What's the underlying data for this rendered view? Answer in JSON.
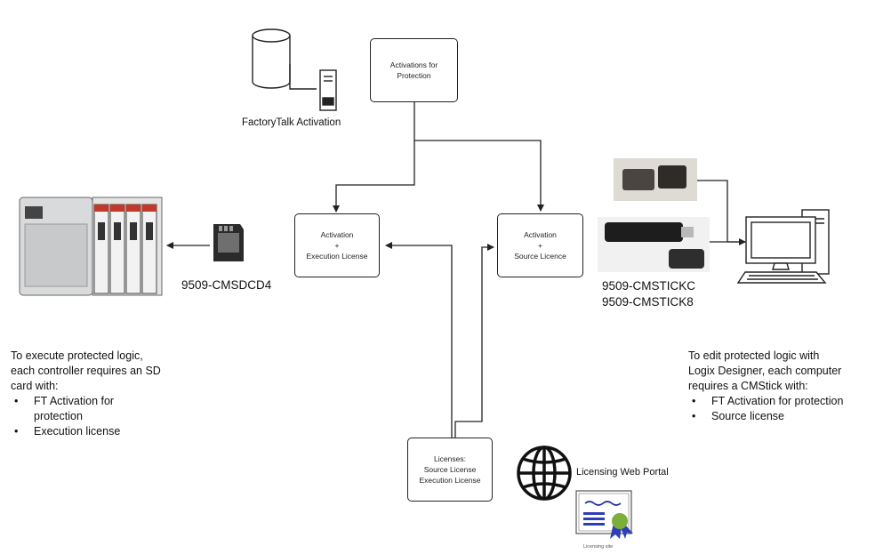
{
  "boxes": {
    "activations_protection": [
      "Activations for",
      "Protection"
    ],
    "activation_execution": [
      "Activation",
      "+",
      "Execution License"
    ],
    "activation_source": [
      "Activation",
      "+",
      "Source Licence"
    ],
    "licenses": [
      "Licenses:",
      "Source License",
      "Execution License"
    ]
  },
  "labels": {
    "factorytalk": "FactoryTalk Activation",
    "sd_card": "9509-CMSDCD4",
    "cmstick_c": "9509-CMSTICKC",
    "cmstick_8": "9509-CMSTICK8",
    "web_portal": "Licensing Web Portal",
    "certificate_caption": "Licensing site"
  },
  "notes": {
    "left": {
      "lines": [
        "To execute protected logic,",
        "each controller requires an SD",
        "card with:"
      ],
      "bullets": [
        "FT Activation for protection",
        "Execution license"
      ]
    },
    "right": {
      "lines": [
        "To edit protected logic with",
        "Logix Designer, each computer",
        "requires a CMStick with:"
      ],
      "bullets": [
        "FT Activation for protection",
        "Source license"
      ]
    }
  },
  "colors": {
    "line": "#222222",
    "controller_accent": "#c0392b",
    "seal": "#7cae3a",
    "ribbon": "#2d3fb5"
  }
}
